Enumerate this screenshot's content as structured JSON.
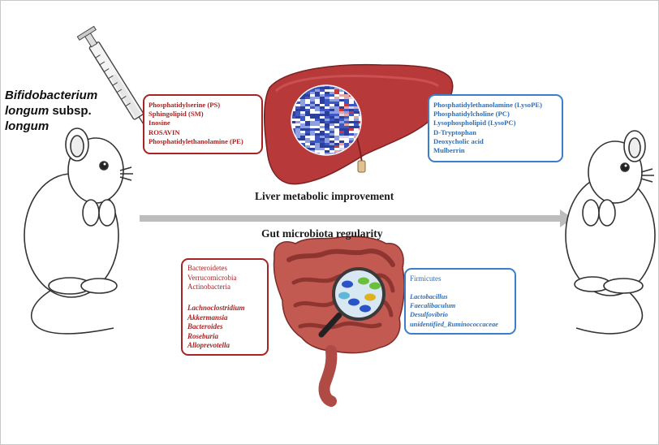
{
  "species": {
    "genus_species": "Bifidobacterium longum",
    "subsp": "subsp.",
    "name": "longum"
  },
  "liver": {
    "heading": "Liver metabolic improvement",
    "up_list": [
      "Phosphatidylserine (PS)",
      "Sphingolipid (SM)",
      "Inosine",
      "ROSAVIN",
      "Phosphatidylethanolamine (PE)"
    ],
    "down_list": [
      "Phosphatidylethanolamine (LysoPE)",
      "Phosphatidylcholine (PC)",
      "Lysophospholipid (LysoPC)",
      "D-Tryptophan",
      "Deoxycholic acid",
      "Mulberrin"
    ]
  },
  "gut": {
    "heading": "Gut microbiota regularity",
    "up_phyla": [
      "Bacteroidetes",
      "Verrucomicrobia",
      "Actinobacteria"
    ],
    "up_genera": [
      "Lachnoclostridium",
      "Akkermansia",
      "Bacteroides",
      "Roseburia",
      "Alloprevotella"
    ],
    "down_phyla": [
      "Firmicutes"
    ],
    "down_genera": [
      "Lactobacillus",
      "Faecalibaculum",
      "Desulfovibrio",
      "unidentified_Ruminococcaceae"
    ]
  },
  "colors": {
    "up": "#a82424",
    "down": "#3a7fcc",
    "arrow": "#bdbdbd",
    "liver": "#b8393a",
    "intestine": "#c25a52"
  },
  "icons": [
    "syringe-icon",
    "mouse-icon",
    "liver-icon",
    "heatmap-icon",
    "intestine-icon",
    "magnifier-icon",
    "up-arrow-icon",
    "down-arrow-icon"
  ]
}
